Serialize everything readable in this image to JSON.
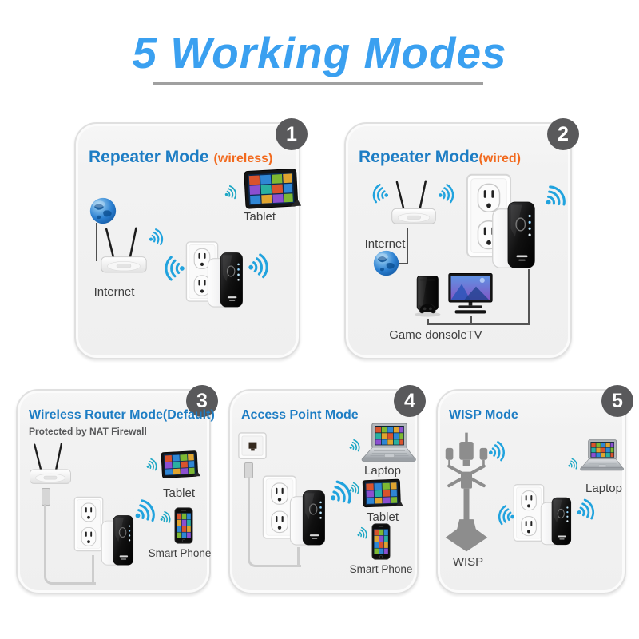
{
  "title": "5 Working Modes",
  "colors": {
    "title_blue": "#3aa0f0",
    "heading_blue": "#1d7dc4",
    "accent_orange": "#f26a1e",
    "wifi_blue": "#21a3de",
    "wifi_teal": "#1ba6c4",
    "badge_gray": "#59595b",
    "panel_bg": "#f2f2f2",
    "underline_gray": "#a0a0a0",
    "label_gray": "#3f3f3f"
  },
  "panels": [
    {
      "number": "1",
      "title": "Repeater Mode",
      "subtitle": "(wireless)",
      "labels": {
        "tablet": "Tablet",
        "internet": "Internet"
      }
    },
    {
      "number": "2",
      "title": "Repeater Mode",
      "subtitle": "(wired)",
      "labels": {
        "internet": "Internet",
        "console": "Game donsole",
        "tv": "TV"
      }
    },
    {
      "number": "3",
      "title": "Wireless Router Mode(Default)",
      "note": "Protected by NAT Firewall",
      "labels": {
        "tablet": "Tablet",
        "phone": "Smart Phone"
      }
    },
    {
      "number": "4",
      "title": "Access Point Mode",
      "labels": {
        "laptop": "Laptop",
        "tablet": "Tablet",
        "phone": "Smart Phone"
      }
    },
    {
      "number": "5",
      "title": "WISP Mode",
      "labels": {
        "laptop": "Laptop",
        "wisp": "WISP"
      }
    }
  ]
}
